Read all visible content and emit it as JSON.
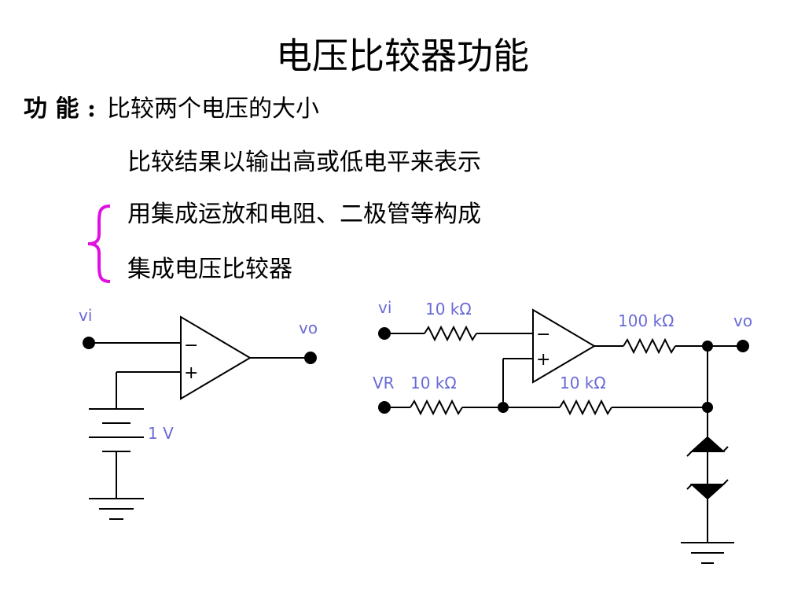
{
  "title": "电压比较器功能",
  "function": {
    "label": "功 能 :",
    "text": "比较两个电压的大小",
    "result": "比较结果以输出高或低电平来表示",
    "items": [
      "用集成运放和电阻、二极管等构成",
      "集成电压比较器"
    ]
  },
  "colors": {
    "brace": "#e010e0",
    "component_label": "#6a6ad8"
  },
  "circuit_left": {
    "input_label": "vi",
    "output_label": "vo",
    "minus_sign": "−",
    "plus_sign": "+",
    "source_label": "1 V"
  },
  "circuit_right": {
    "input_label": "vi",
    "ref_label": "VR",
    "output_label": "vo",
    "r_input": "10 kΩ",
    "r_ref": "10 kΩ",
    "r_output": "100 kΩ",
    "r_feedback": "10 kΩ",
    "minus_sign": "−",
    "plus_sign": "+"
  }
}
